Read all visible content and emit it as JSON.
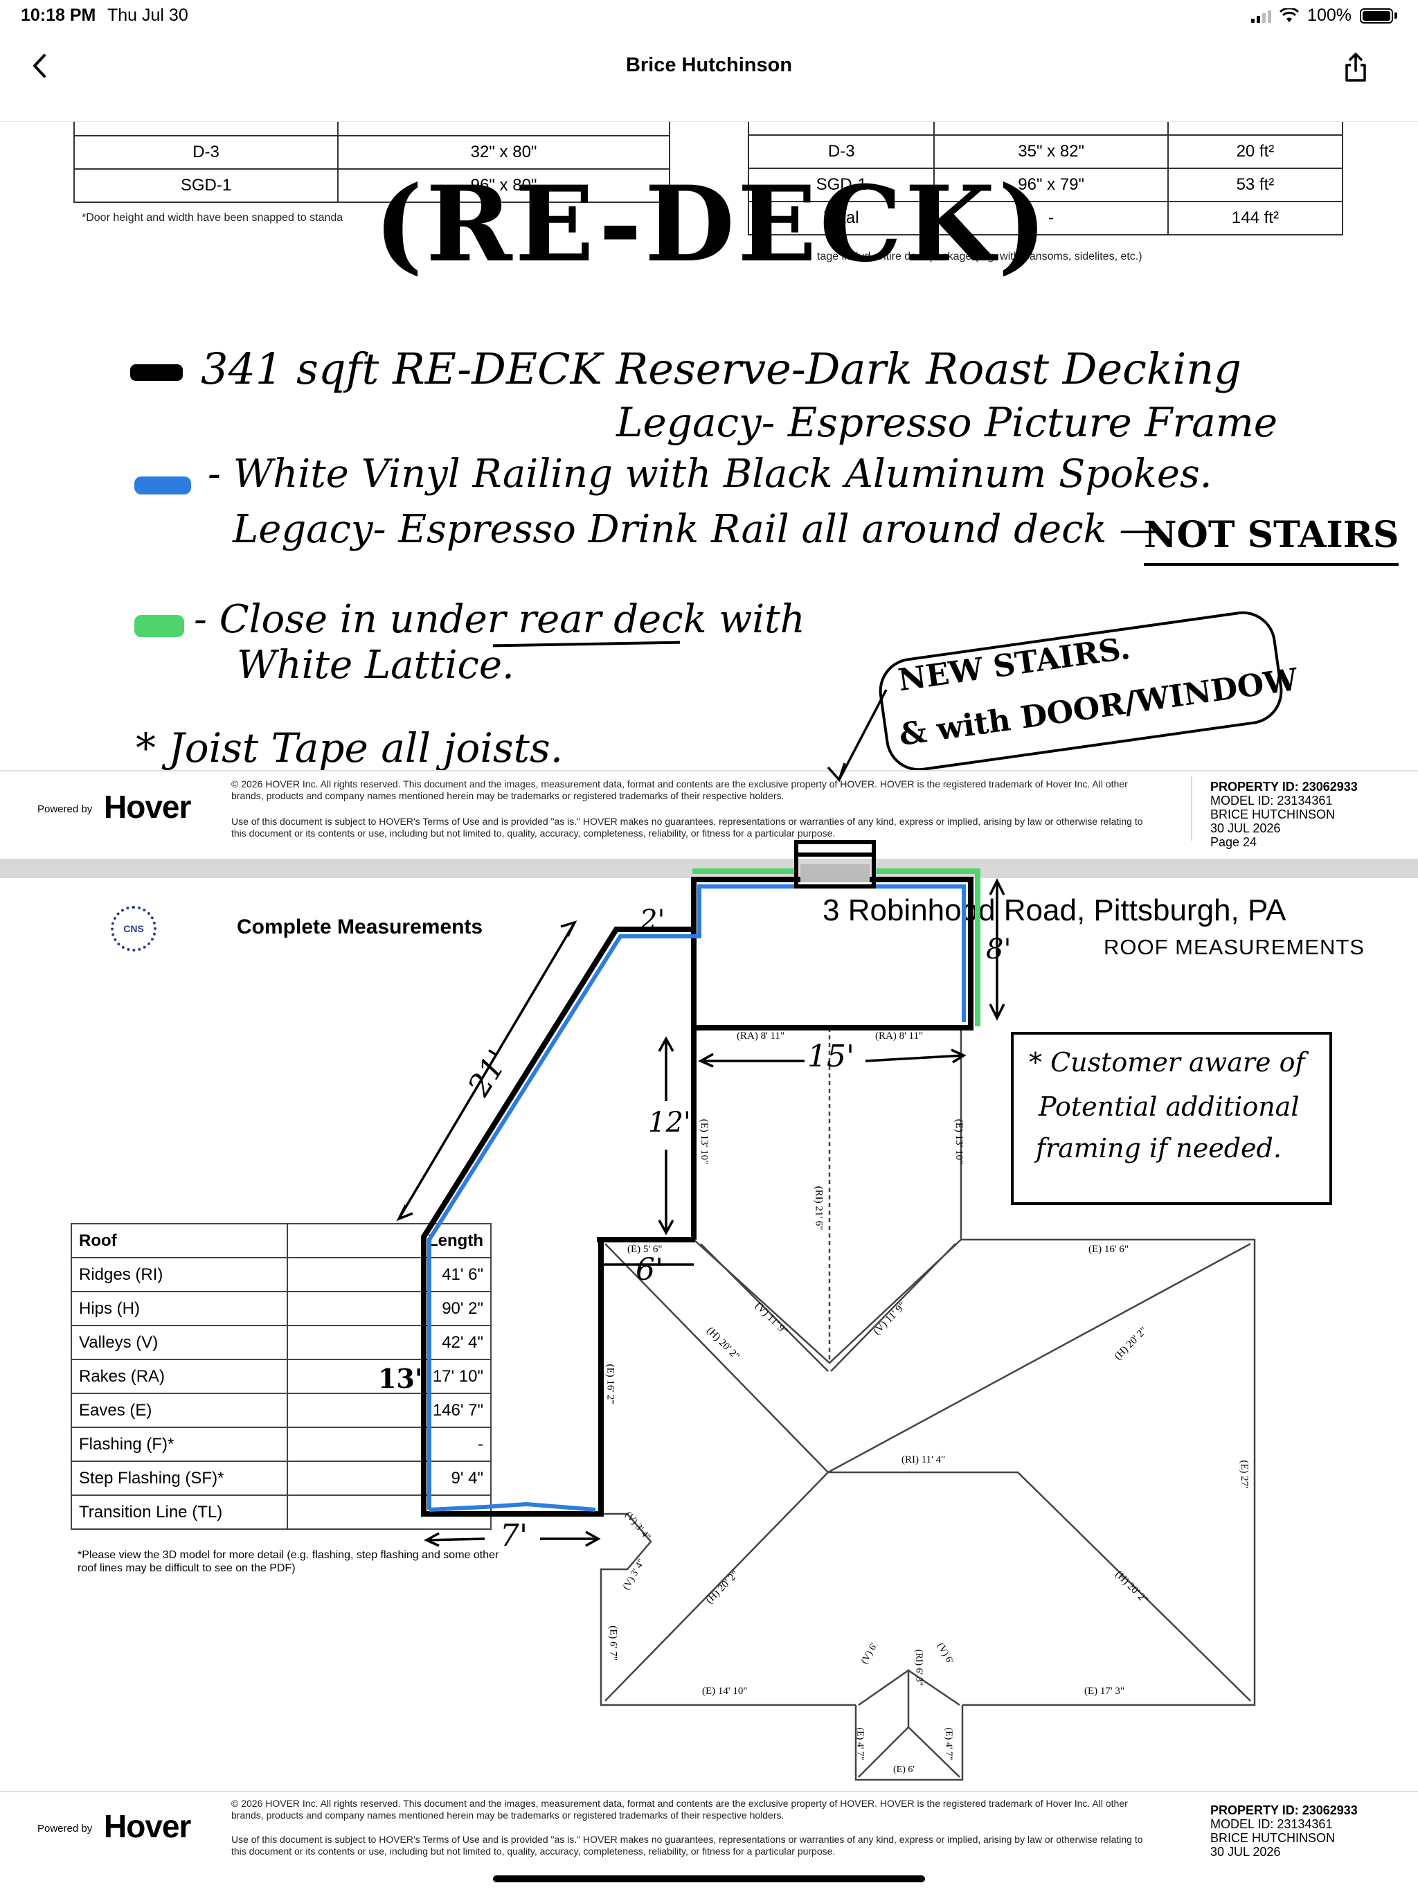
{
  "status_bar": {
    "time": "10:18 PM",
    "date": "Thu Jul 30",
    "battery": "100%"
  },
  "nav": {
    "title": "Brice Hutchinson"
  },
  "page1": {
    "left_table": [
      {
        "type": "D-3",
        "size": "32\" x 80\""
      },
      {
        "type": "SGD-1",
        "size": "96\" x 80\""
      }
    ],
    "left_note": "*Door height and width have been snapped to standa",
    "right_table": [
      {
        "type": "D-3",
        "size": "35\" x 82\"",
        "area": "20 ft²"
      },
      {
        "type": "SGD-1",
        "size": "96\" x 79\"",
        "area": "53 ft²"
      },
      {
        "type": "Total",
        "size": "-",
        "area": "144 ft²"
      }
    ],
    "right_note": "tage includ entire door package (e.g. with transoms, sidelites, etc.)",
    "footer": {
      "powered": "Powered by",
      "logo": "Hover",
      "copyright": "© 2026 HOVER Inc. All rights reserved. This document and the images, measurement data, format and contents are the exclusive property of HOVER. HOVER is the registered trademark of Hover Inc. All other brands, products and company names mentioned herein may be trademarks or registered trademarks of their respective holders.",
      "terms": "Use of this document is subject to HOVER's Terms of Use and is provided \"as is.\" HOVER makes no guarantees, representations or warranties of any kind, express or implied, arising by law or otherwise relating to this document or its contents or use, including but not limited to, quality, accuracy, completeness, reliability, or fitness for a particular purpose.",
      "property_id": "PROPERTY ID: 23062933",
      "model_id": "MODEL ID: 23134361",
      "name": "BRICE HUTCHINSON",
      "date": "30 JUL 2026",
      "page": "Page 24"
    }
  },
  "annotations": {
    "redeck": "(RE-DECK)",
    "line1": "341 sqft RE-DECK  Reserve-Dark Roast Decking",
    "line1b": "Legacy- Espresso Picture Frame",
    "line2": "- White Vinyl Railing with Black Aluminum Spokes.",
    "line2b": "Legacy- Espresso Drink Rail all around deck —",
    "not_stairs": "NOT STAIRS",
    "line3": "- Close in under rear deck with",
    "line3b": "White Lattice.",
    "line4": "* Joist Tape all joists.",
    "bubble1": "NEW STAIRS.",
    "bubble2": "& with DOOR/WINDOW",
    "customer1": "* Customer aware of",
    "customer2": "Potential additional",
    "customer3": "framing if needed.",
    "dim_2": "2'",
    "dim_21": "21'",
    "dim_8": "8'",
    "dim_15": "15'",
    "dim_12": "12'",
    "dim_6": "6'",
    "dim_7": "7'",
    "dim_13": "13'",
    "colors": {
      "blue": "#2d7de0",
      "green": "#4fd36b",
      "black": "#000000"
    }
  },
  "page2": {
    "section_title": "Complete Measurements",
    "address": "3 Robinhood Road, Pittsburgh, PA",
    "subtitle": "ROOF MEASUREMENTS",
    "logo_text": "CNS",
    "roof_header": {
      "col1": "Roof",
      "col2": "Length"
    },
    "roof_rows": [
      {
        "label": "Ridges (RI)",
        "value": "41' 6\""
      },
      {
        "label": "Hips (H)",
        "value": "90' 2\""
      },
      {
        "label": "Valleys (V)",
        "value": "42' 4\""
      },
      {
        "label": "Rakes (RA)",
        "value": "17' 10\""
      },
      {
        "label": "Eaves (E)",
        "value": "146' 7\""
      },
      {
        "label": "Flashing (F)*",
        "value": "-"
      },
      {
        "label": "Step Flashing (SF)*",
        "value": "9' 4\""
      },
      {
        "label": "Transition Line (TL)",
        "value": "-"
      }
    ],
    "roof_note": "*Please view the 3D model for more detail (e.g. flashing, step flashing and some other roof lines may be difficult to see on the PDF)",
    "labels": {
      "ra1": "(RA) 8' 11\"",
      "ra2": "(RA) 8' 11\"",
      "e1310a": "(E) 13' 10\"",
      "e1310b": "(E) 13' 10\"",
      "ri216": "(RI) 21' 6\"",
      "e56": "(E) 5' 6\"",
      "e166": "(E) 16' 6\"",
      "v119a": "(V) 11' 9\"",
      "v119b": "(V) 11' 9\"",
      "h202a": "(H) 20' 2\"",
      "h202b": "(H) 20' 2\"",
      "h202c": "(H) 20' 2\"",
      "h202d": "(H) 20' 2\"",
      "e162": "(E) 16' 2\"",
      "ri114": "(RI) 11' 4\"",
      "e27": "(E) 27'",
      "v34a": "(V) 3' 4\"",
      "v34b": "(V) 3' 4\"",
      "e67": "(E) 6' 7\"",
      "e1410": "(E) 14' 10\"",
      "e173": "(E) 17' 3\"",
      "v6a": "(V) 6'",
      "v6b": "(V) 6'",
      "ri63": "(RI) 6' 3\"",
      "e47a": "(E) 4' 7\"",
      "e47b": "(E) 4' 7\"",
      "e6": "(E) 6'"
    },
    "footer": {
      "powered": "Powered by",
      "logo": "Hover",
      "copyright": "© 2026 HOVER Inc. All rights reserved. This document and the images, measurement data, format and contents are the exclusive property of HOVER. HOVER is the registered trademark of Hover Inc. All other brands, products and company names mentioned herein may be trademarks or registered trademarks of their respective holders.",
      "terms": "Use of this document is subject to HOVER's Terms of Use and is provided \"as is.\" HOVER makes no guarantees, representations or warranties of any kind, express or implied, arising by law or otherwise relating to this document or its contents or use, including but not limited to, quality, accuracy, completeness, reliability, or fitness for a particular purpose.",
      "property_id": "PROPERTY ID: 23062933",
      "model_id": "MODEL ID: 23134361",
      "name": "BRICE HUTCHINSON",
      "date": "30 JUL 2026"
    }
  }
}
